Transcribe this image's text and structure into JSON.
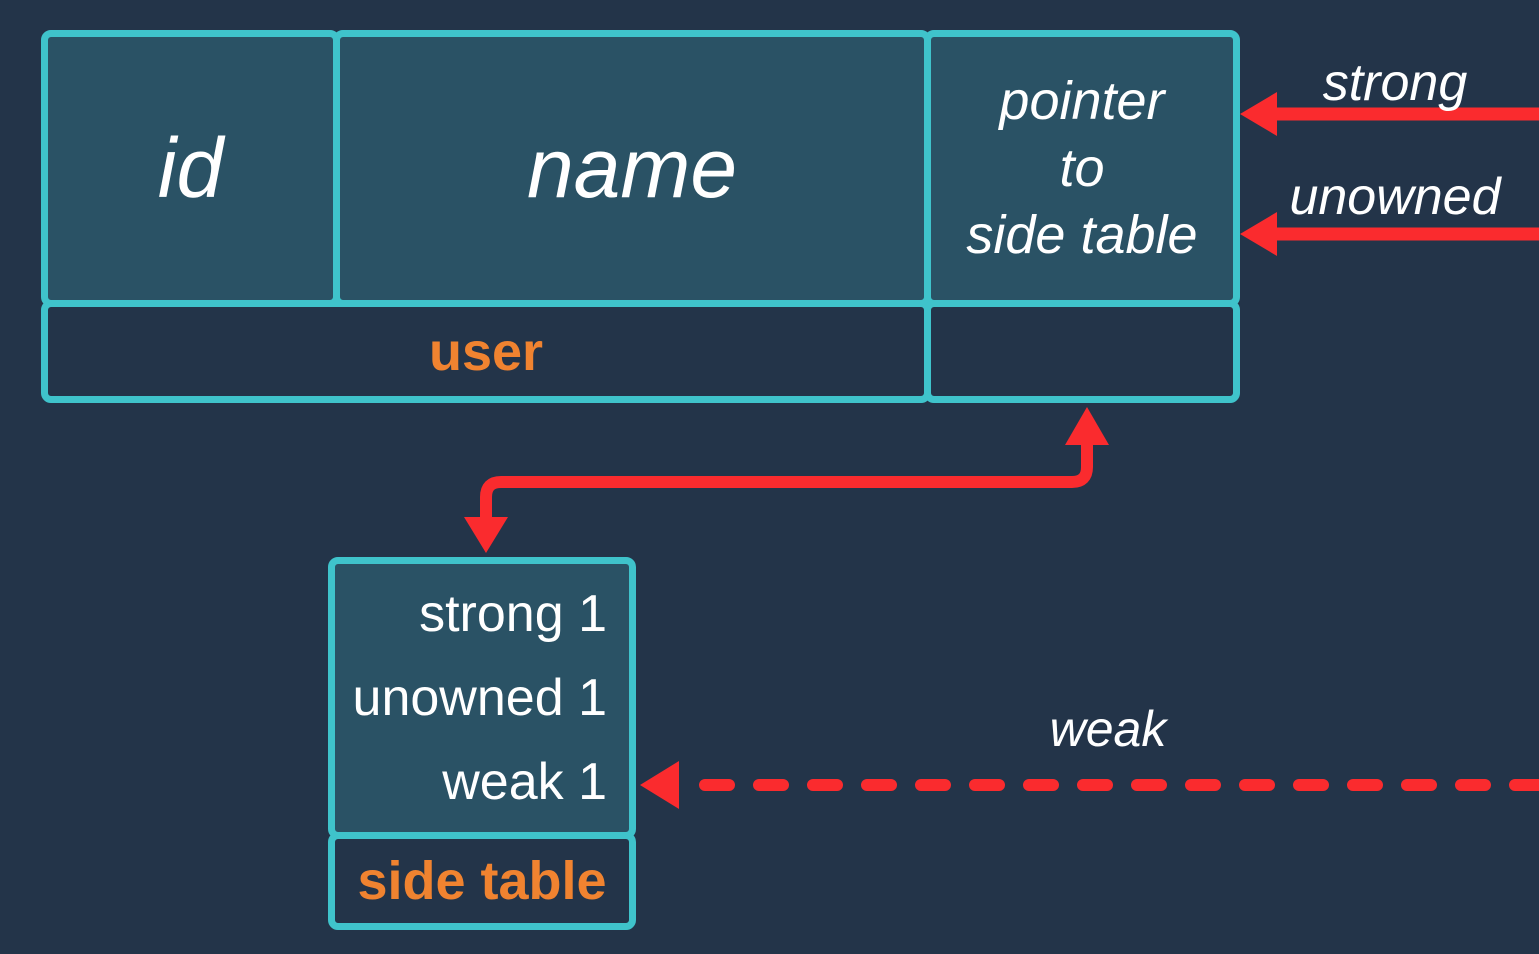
{
  "diagram": {
    "user_object": {
      "field_id": "id",
      "field_name": "name",
      "field_pointer": "pointer\nto\nside table",
      "caption": "user"
    },
    "side_table": {
      "row_strong": "strong 1",
      "row_unowned": "unowned 1",
      "row_weak": "weak 1",
      "caption": "side table"
    },
    "arrows": {
      "strong_label": "strong",
      "unowned_label": "unowned",
      "weak_label": "weak"
    },
    "colors": {
      "background": "#233449",
      "cell_fill": "#2A5265",
      "cell_border": "#3FC3CB",
      "arrow_red": "#FA2B2E",
      "caption_orange": "#F08330",
      "text_white": "#FFFFFF"
    }
  }
}
